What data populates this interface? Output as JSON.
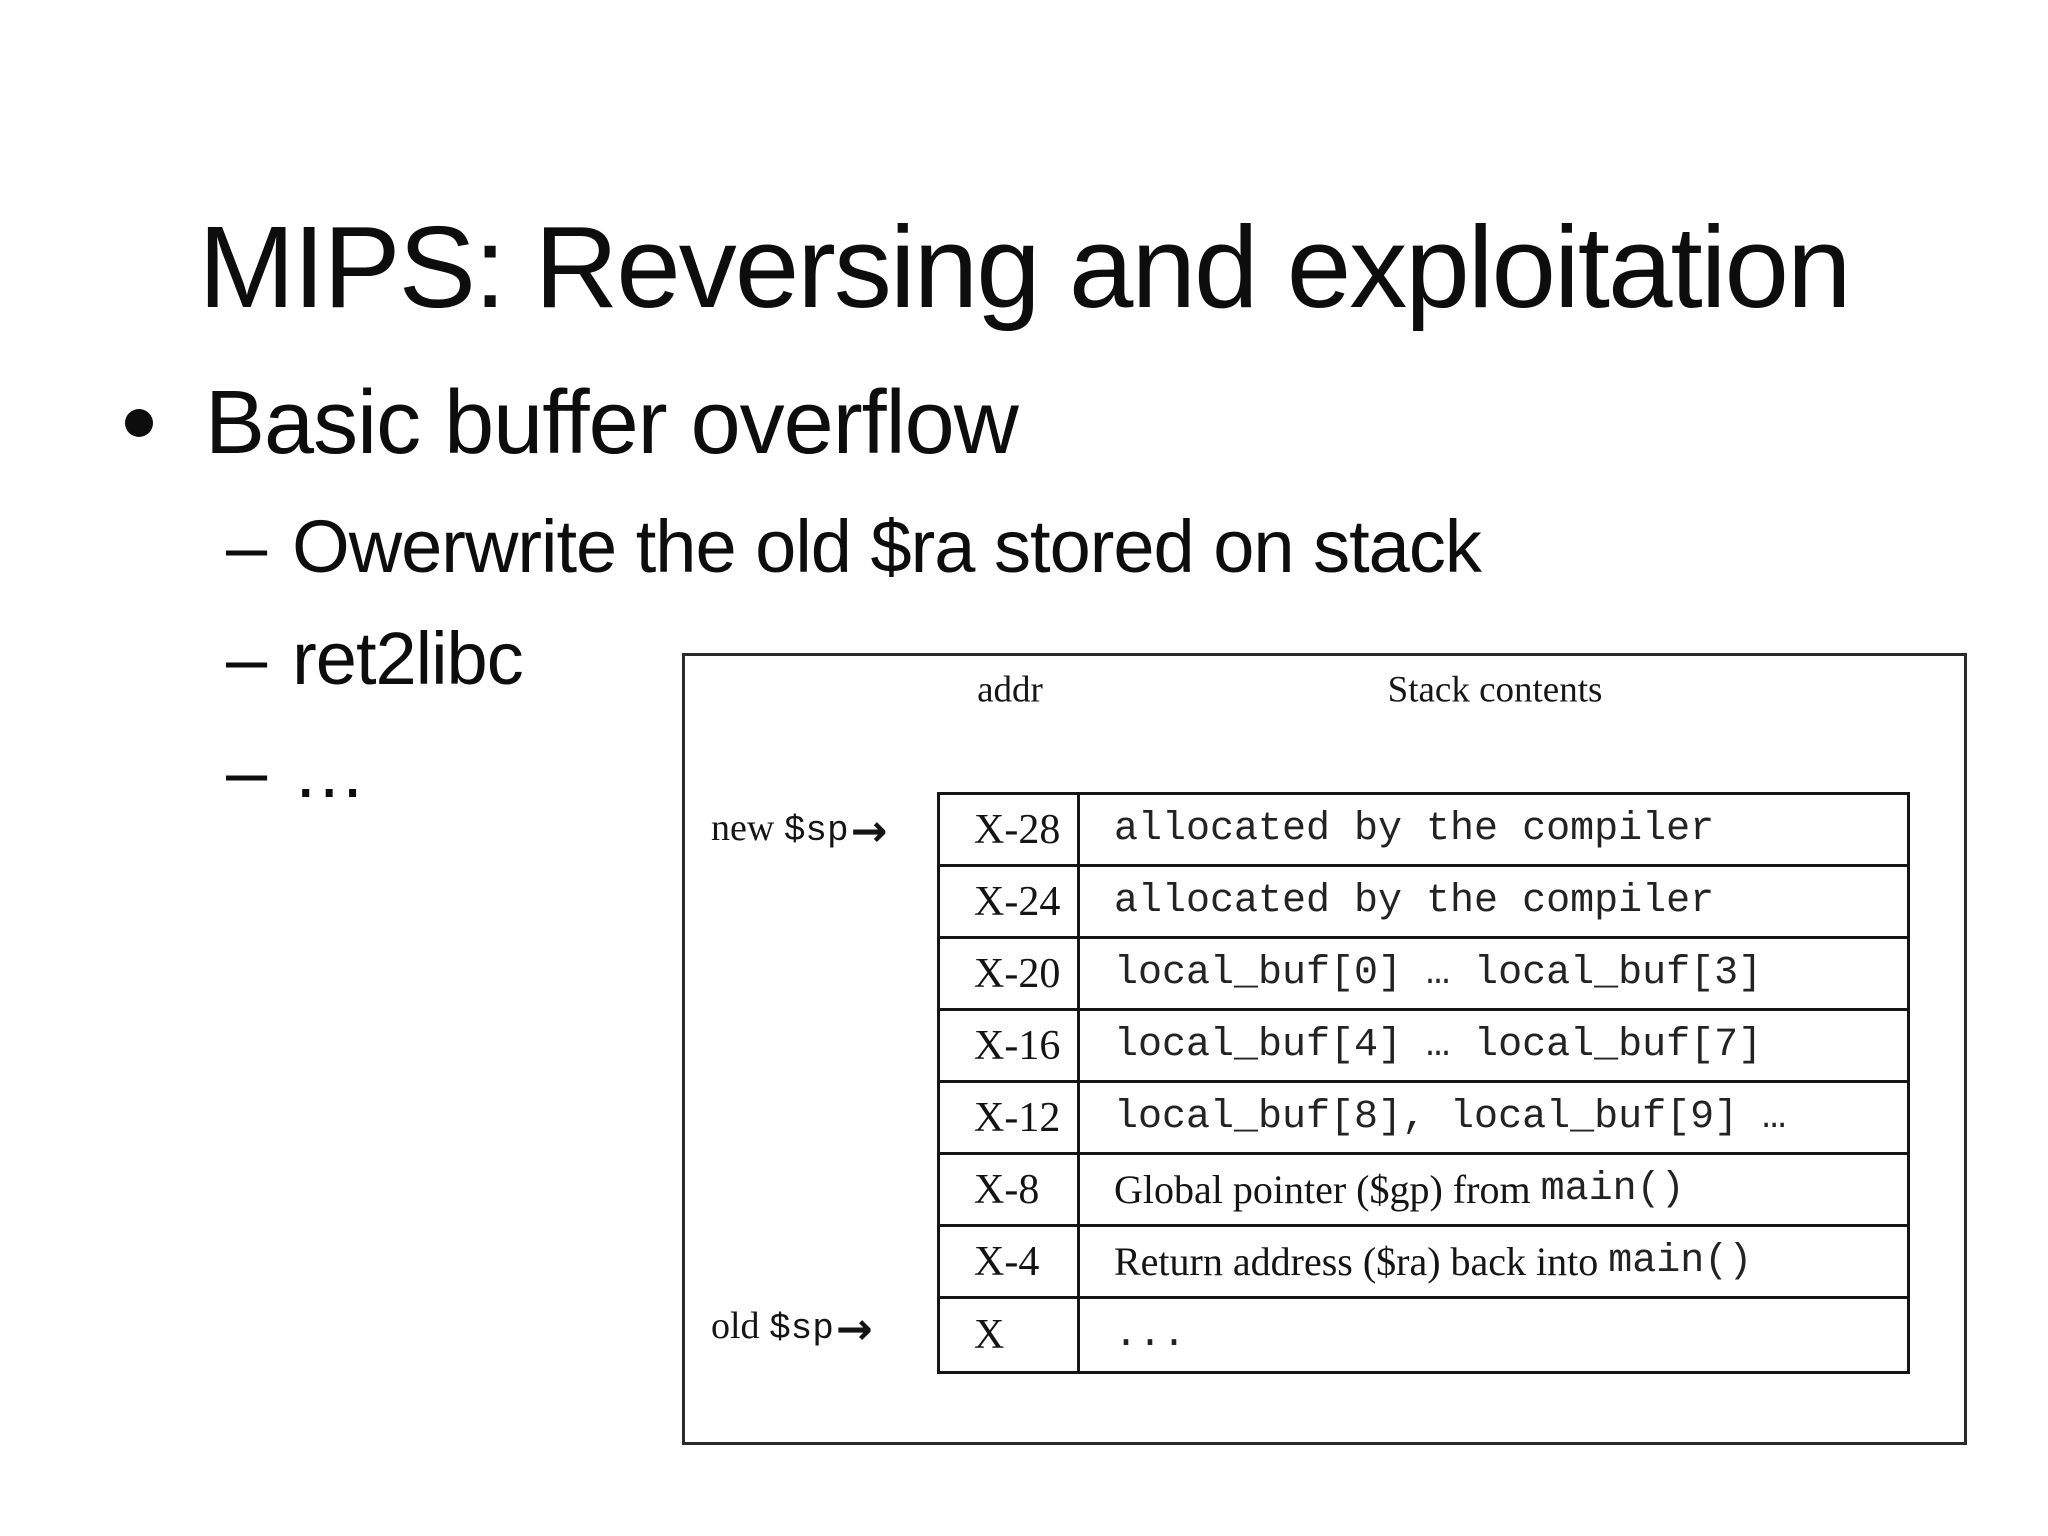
{
  "slide": {
    "title": "MIPS: Reversing and exploitation",
    "bullet": {
      "glyph": "•",
      "text": "Basic buffer overflow"
    },
    "sub_bullets": [
      {
        "dash": "–",
        "text": "Owerwrite the old $ra stored on stack"
      },
      {
        "dash": "–",
        "text": "ret2libc"
      },
      {
        "dash": "–",
        "text": "…"
      }
    ]
  },
  "figure": {
    "headers": {
      "addr": "addr",
      "contents": "Stack contents"
    },
    "pointers": {
      "new": {
        "prefix": "new ",
        "register": "$sp",
        "arrow": "→"
      },
      "old": {
        "prefix": "old ",
        "register": "$sp",
        "arrow": "→"
      }
    },
    "rows": [
      {
        "addr": "X-28",
        "serif": "",
        "mono": "allocated by the compiler"
      },
      {
        "addr": "X-24",
        "serif": "",
        "mono": "allocated by the compiler"
      },
      {
        "addr": "X-20",
        "serif": "",
        "mono": "local_buf[0] … local_buf[3]"
      },
      {
        "addr": "X-16",
        "serif": "",
        "mono": "local_buf[4] … local_buf[7]"
      },
      {
        "addr": "X-12",
        "serif": "",
        "mono": "local_buf[8], local_buf[9] …"
      },
      {
        "addr": "X-8",
        "serif": "Global pointer ($gp) from ",
        "mono": "main()"
      },
      {
        "addr": "X-4",
        "serif": "Return address ($ra) back into ",
        "mono": "main()"
      },
      {
        "addr": "X",
        "serif": "",
        "mono": "..."
      }
    ]
  },
  "colors": {
    "background": "#ffffff",
    "text": "#0d0d0d",
    "figure_border": "#2b2b2b",
    "table_border": "#161616"
  }
}
